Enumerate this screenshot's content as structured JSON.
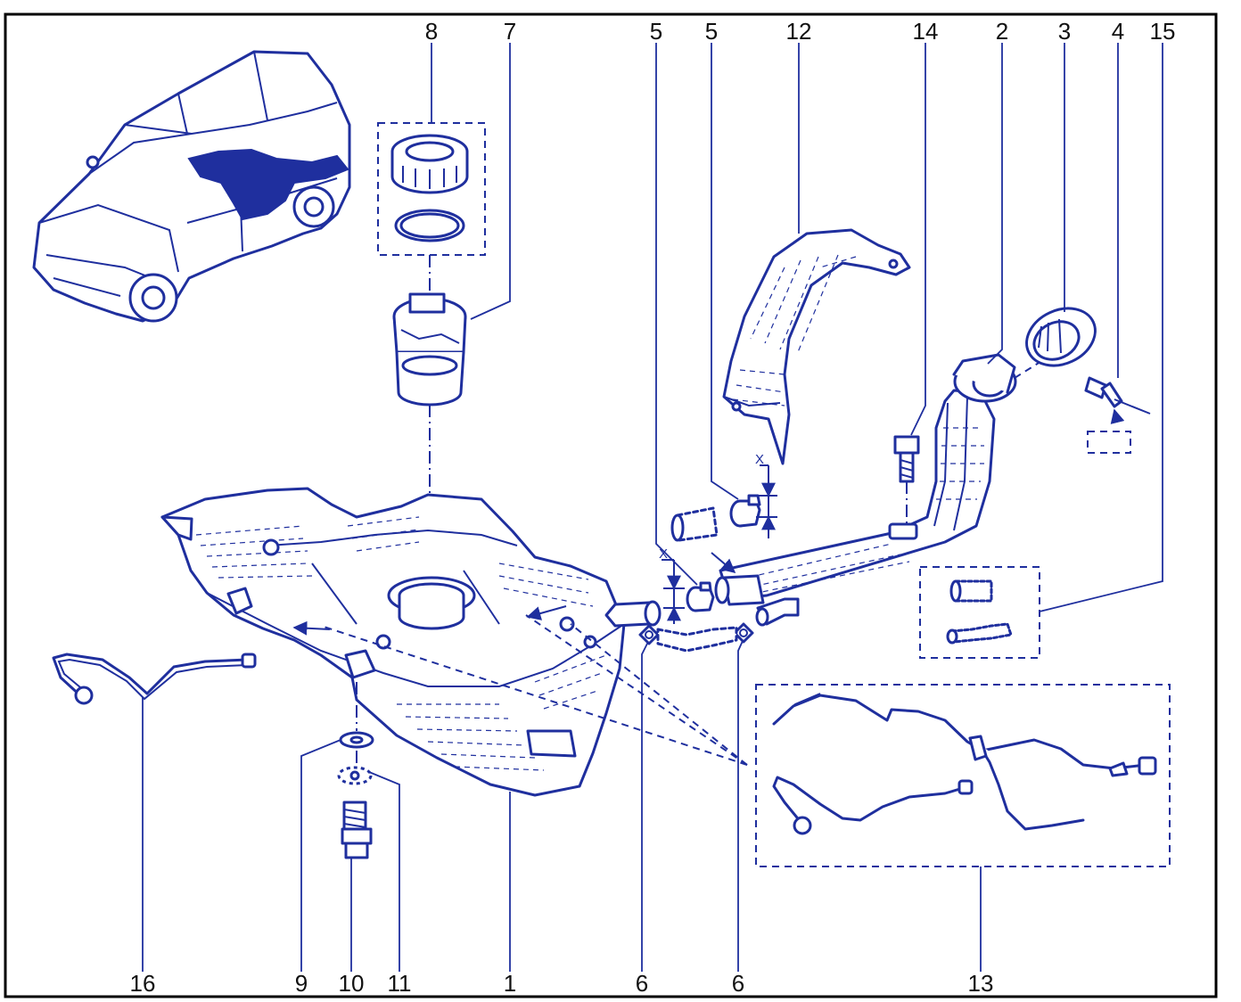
{
  "colors": {
    "line": "#1f2f9e",
    "frame": "#000000",
    "text": "#111111",
    "background": "#ffffff"
  },
  "callouts": {
    "c1": "1",
    "c2": "2",
    "c3": "3",
    "c4": "4",
    "c5a": "5",
    "c5b": "5",
    "c6a": "6",
    "c6b": "6",
    "c7": "7",
    "c8": "8",
    "c9": "9",
    "c10": "10",
    "c11": "11",
    "c12": "12",
    "c13": "13",
    "c14": "14",
    "c15": "15",
    "c16": "16"
  },
  "dimension_labels": {
    "xa": "X",
    "xb": "X"
  }
}
